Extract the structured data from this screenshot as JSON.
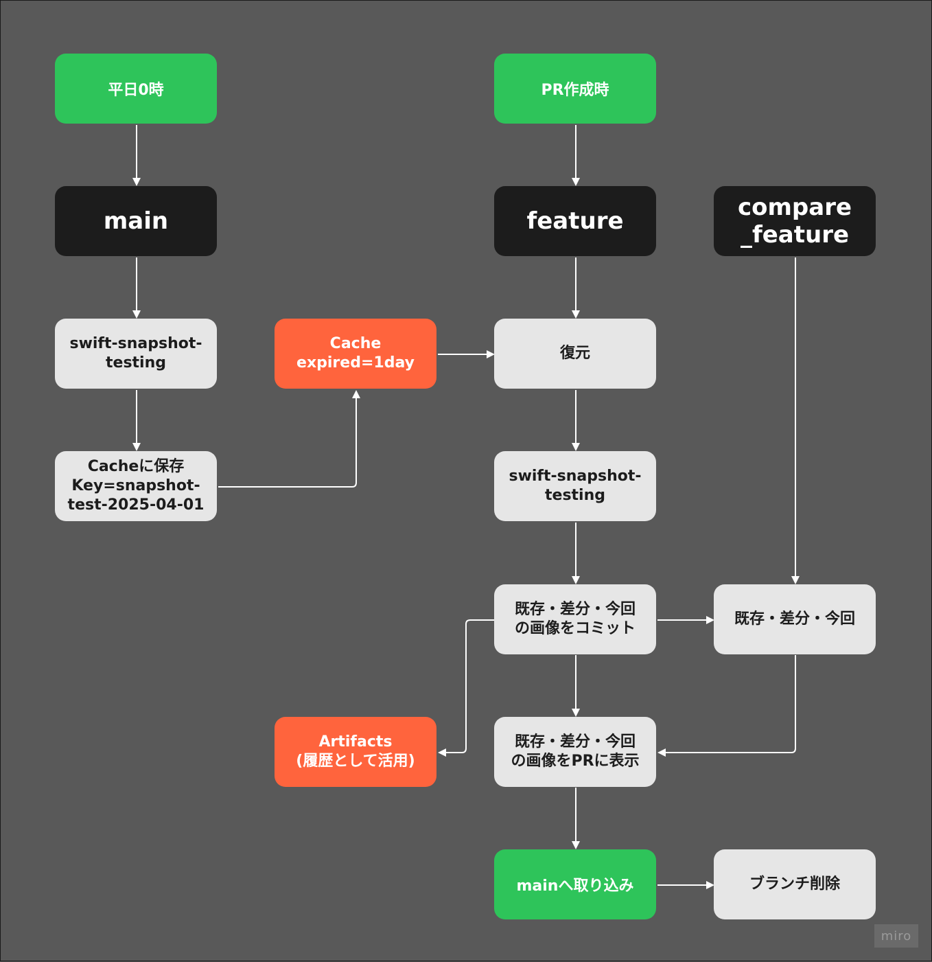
{
  "nodes": {
    "weekday_midnight": "平日0時",
    "pr_created": "PR作成時",
    "main": "main",
    "feature": "feature",
    "compare_feature": "compare\n_feature",
    "snapshot_testing_main": "swift-snapshot-\ntesting",
    "cache_expired": "Cache\nexpired=1day",
    "restore": "復元",
    "cache_save": "Cacheに保存\nKey=snapshot-\ntest-2025-04-01",
    "snapshot_testing_feature": "swift-snapshot-\ntesting",
    "commit_images": "既存・差分・今回\nの画像をコミット",
    "existing_diff_current": "既存・差分・今回",
    "artifacts": "Artifacts\n(履歴として活用)",
    "show_on_pr": "既存・差分・今回\nの画像をPRに表示",
    "merge_into_main": "mainへ取り込み",
    "delete_branch": "ブランチ削除"
  },
  "watermark": "miro",
  "colors": {
    "background": "#595959",
    "trigger_green": "#2ec45a",
    "branch_black": "#1c1c1c",
    "step_gray": "#e6e6e6",
    "storage_orange": "#ff643d",
    "connector": "#ffffff"
  }
}
